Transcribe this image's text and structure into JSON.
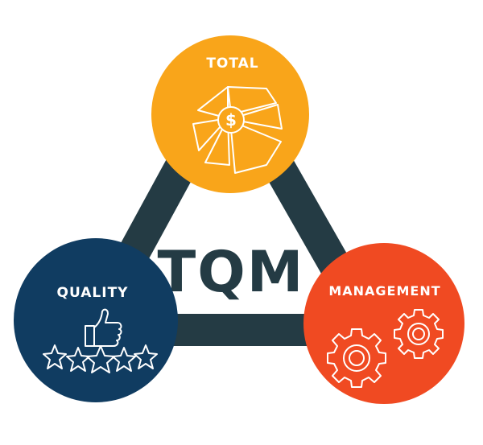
{
  "diagram": {
    "center_label": "TQM",
    "nodes": [
      {
        "id": "total",
        "label": "TOTAL",
        "color": "#f9a51a",
        "icon": "pie-chart-dollar-icon"
      },
      {
        "id": "quality",
        "label": "QUALITY",
        "color": "#103c61",
        "icon": "thumbs-up-stars-icon"
      },
      {
        "id": "management",
        "label": "MANAGEMENT",
        "color": "#f04a22",
        "icon": "gears-icon"
      }
    ],
    "connector_color": "#243b44",
    "icons": {
      "dollar_symbol": "$"
    }
  }
}
